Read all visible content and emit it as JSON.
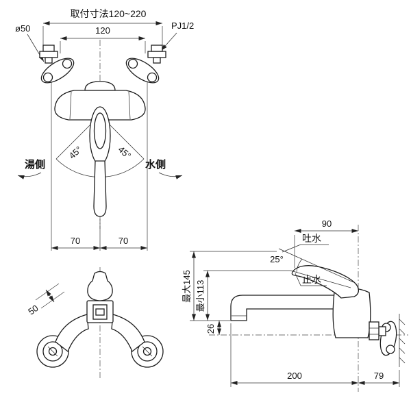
{
  "drawing": {
    "front_view": {
      "mounting_range": "取付寸法120~220",
      "inlet_pitch": "120",
      "flange_diameter": "ø50",
      "thread_size": "PJ1/2",
      "hot_side": "湯側",
      "cold_side": "水側",
      "swing_angle_left": "45°",
      "swing_angle_right": "45°",
      "offset_left": "70",
      "offset_right": "70"
    },
    "front_view_lower": {
      "lever_width": "50"
    },
    "side_view": {
      "lever_reach": "90",
      "discharge": "吐水",
      "lever_stroke_angle": "25°",
      "shutoff": "止水",
      "height_max": "最大145",
      "height_min": "最小113",
      "outlet_drop": "26",
      "spout_reach": "200",
      "wall_clearance": "79"
    }
  }
}
